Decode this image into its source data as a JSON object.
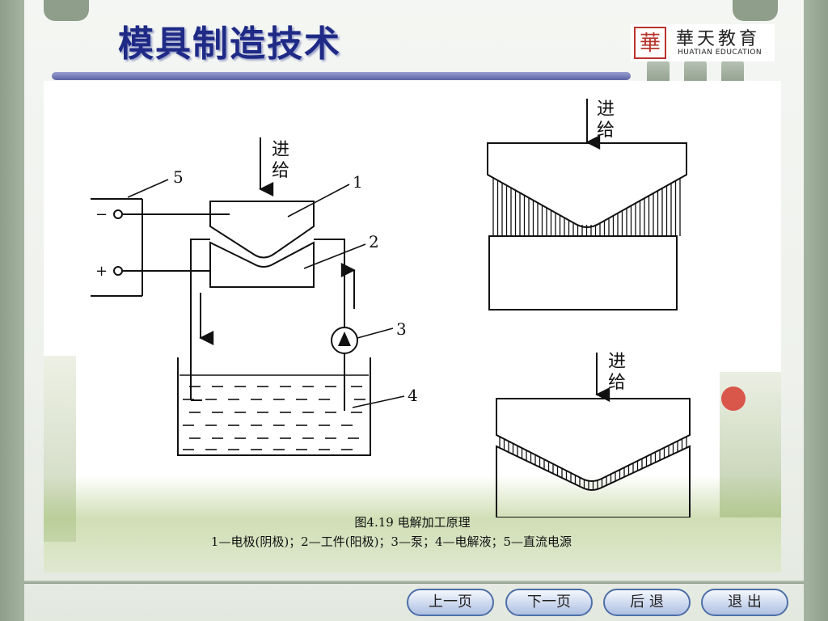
{
  "slide": {
    "title": "模具制造技术"
  },
  "logo": {
    "seal_glyph": "華",
    "name_cn": "華天教育",
    "name_en": "HUATIAN EDUCATION"
  },
  "diagram": {
    "feed_label": "进给",
    "minus_sign": "−",
    "plus_sign": "+",
    "callouts": [
      "1",
      "2",
      "3",
      "4",
      "5"
    ]
  },
  "caption": {
    "figure_title": "图4.19  电解加工原理",
    "legend": "1—电极(阴极)；2—工件(阳极)；3—泵；4—电解液；5—直流电源"
  },
  "nav": {
    "prev": "上一页",
    "next": "下一页",
    "back": "后  退",
    "exit": "退  出"
  },
  "colors": {
    "title": "#1f2a86",
    "frame": "#8a9a86",
    "button_border": "#4e6fa8"
  }
}
